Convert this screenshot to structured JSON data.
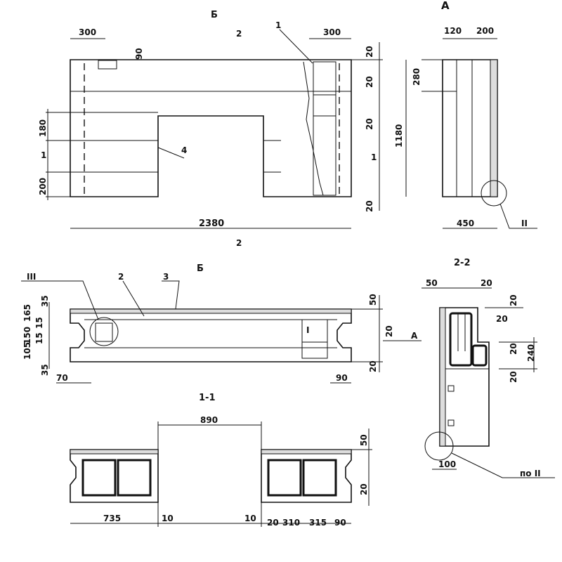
{
  "plan_view": {
    "section_b_marker": "Б",
    "dim_left_300": "300",
    "dim_90": "90",
    "section_2_top": "2",
    "callout_1": "1",
    "dim_right_300": "300",
    "dims_right": [
      "20",
      "20",
      "20",
      "20"
    ],
    "dim_180": "180",
    "dim_200": "200",
    "section_1_left": "1",
    "section_1_right": "1",
    "callout_4": "4",
    "dim_2380": "2380",
    "section_2_bottom": "2"
  },
  "view_a": {
    "title": "А",
    "dim_120": "120",
    "dim_200": "200",
    "dim_280": "280",
    "dim_1180": "1180",
    "dim_450": "450",
    "detail_ref": "II"
  },
  "view_b": {
    "title": "Б",
    "detail_ref": "III",
    "callout_2": "2",
    "callout_3": "3",
    "dims_left": [
      "35",
      "165",
      "15",
      "150",
      "15",
      "105",
      "35"
    ],
    "dim_70": "70",
    "dim_50": "50",
    "dim_20_mid": "20",
    "view_a_marker": "А",
    "dim_20_bottom": "20",
    "dim_90": "90",
    "callout_I": "I"
  },
  "section_2_2": {
    "title": "2-2",
    "dim_50": "50",
    "dim_20_top": "20",
    "dim_20_right_top": "20",
    "dim_20_step": "20",
    "dim_20_mid": "20",
    "dim_240": "240",
    "dim_20_low": "20",
    "dim_100": "100",
    "detail_ref": "по II"
  },
  "section_1_1": {
    "title": "1-1",
    "dim_890": "890",
    "dim_50": "50",
    "dim_20": "20",
    "bottom_dims": [
      "735",
      "10",
      "10",
      "20",
      "310",
      "315",
      "90"
    ]
  }
}
